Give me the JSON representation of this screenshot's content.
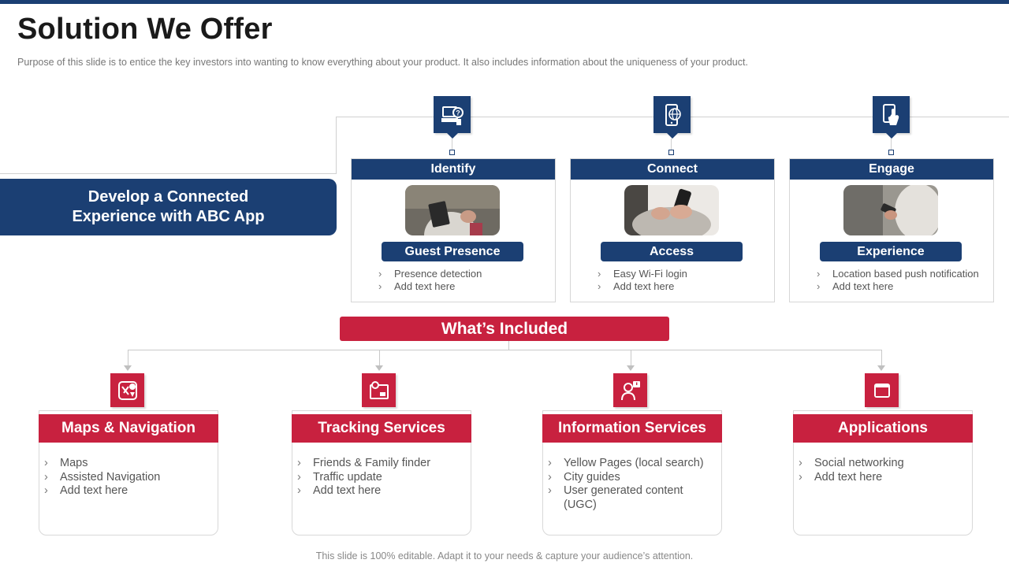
{
  "title": "Solution We Offer",
  "subtitle": "Purpose of this slide is to entice the key investors into wanting to know everything about your product. It also includes information about the uniqueness of your product.",
  "hero": {
    "line1": "Develop a Connected",
    "line2": "Experience with ABC App"
  },
  "top_cards": [
    {
      "header": "Identify",
      "icon": "question-screen-icon",
      "pill": "Guest Presence",
      "bullets": [
        "Presence detection",
        "Add text here"
      ]
    },
    {
      "header": "Connect",
      "icon": "phone-globe-icon",
      "pill": "Access",
      "bullets": [
        "Easy Wi-Fi login",
        "Add text here"
      ]
    },
    {
      "header": "Engage",
      "icon": "phone-tap-icon",
      "pill": "Experience",
      "bullets": [
        "Location based push notification",
        "Add text here"
      ]
    }
  ],
  "included_label": "What’s Included",
  "bottom_cards": [
    {
      "header": "Maps & Navigation",
      "icon": "map-pin-icon",
      "bullets": [
        "Maps",
        "Assisted Navigation",
        "Add text here"
      ]
    },
    {
      "header": "Tracking Services",
      "icon": "tracking-icon",
      "bullets": [
        "Friends & Family finder",
        "Traffic update",
        "Add text here"
      ]
    },
    {
      "header": "Information Services",
      "icon": "info-person-icon",
      "bullets": [
        "Yellow Pages (local search)",
        "City guides",
        "User generated content",
        "(UGC)"
      ]
    },
    {
      "header": "Applications",
      "icon": "app-window-icon",
      "bullets": [
        "Social networking",
        "Add text here"
      ]
    }
  ],
  "footer": "This slide is 100% editable. Adapt it to your needs & capture your audience’s attention.",
  "colors": {
    "navy": "#1b3f73",
    "crimson": "#c8213f"
  }
}
